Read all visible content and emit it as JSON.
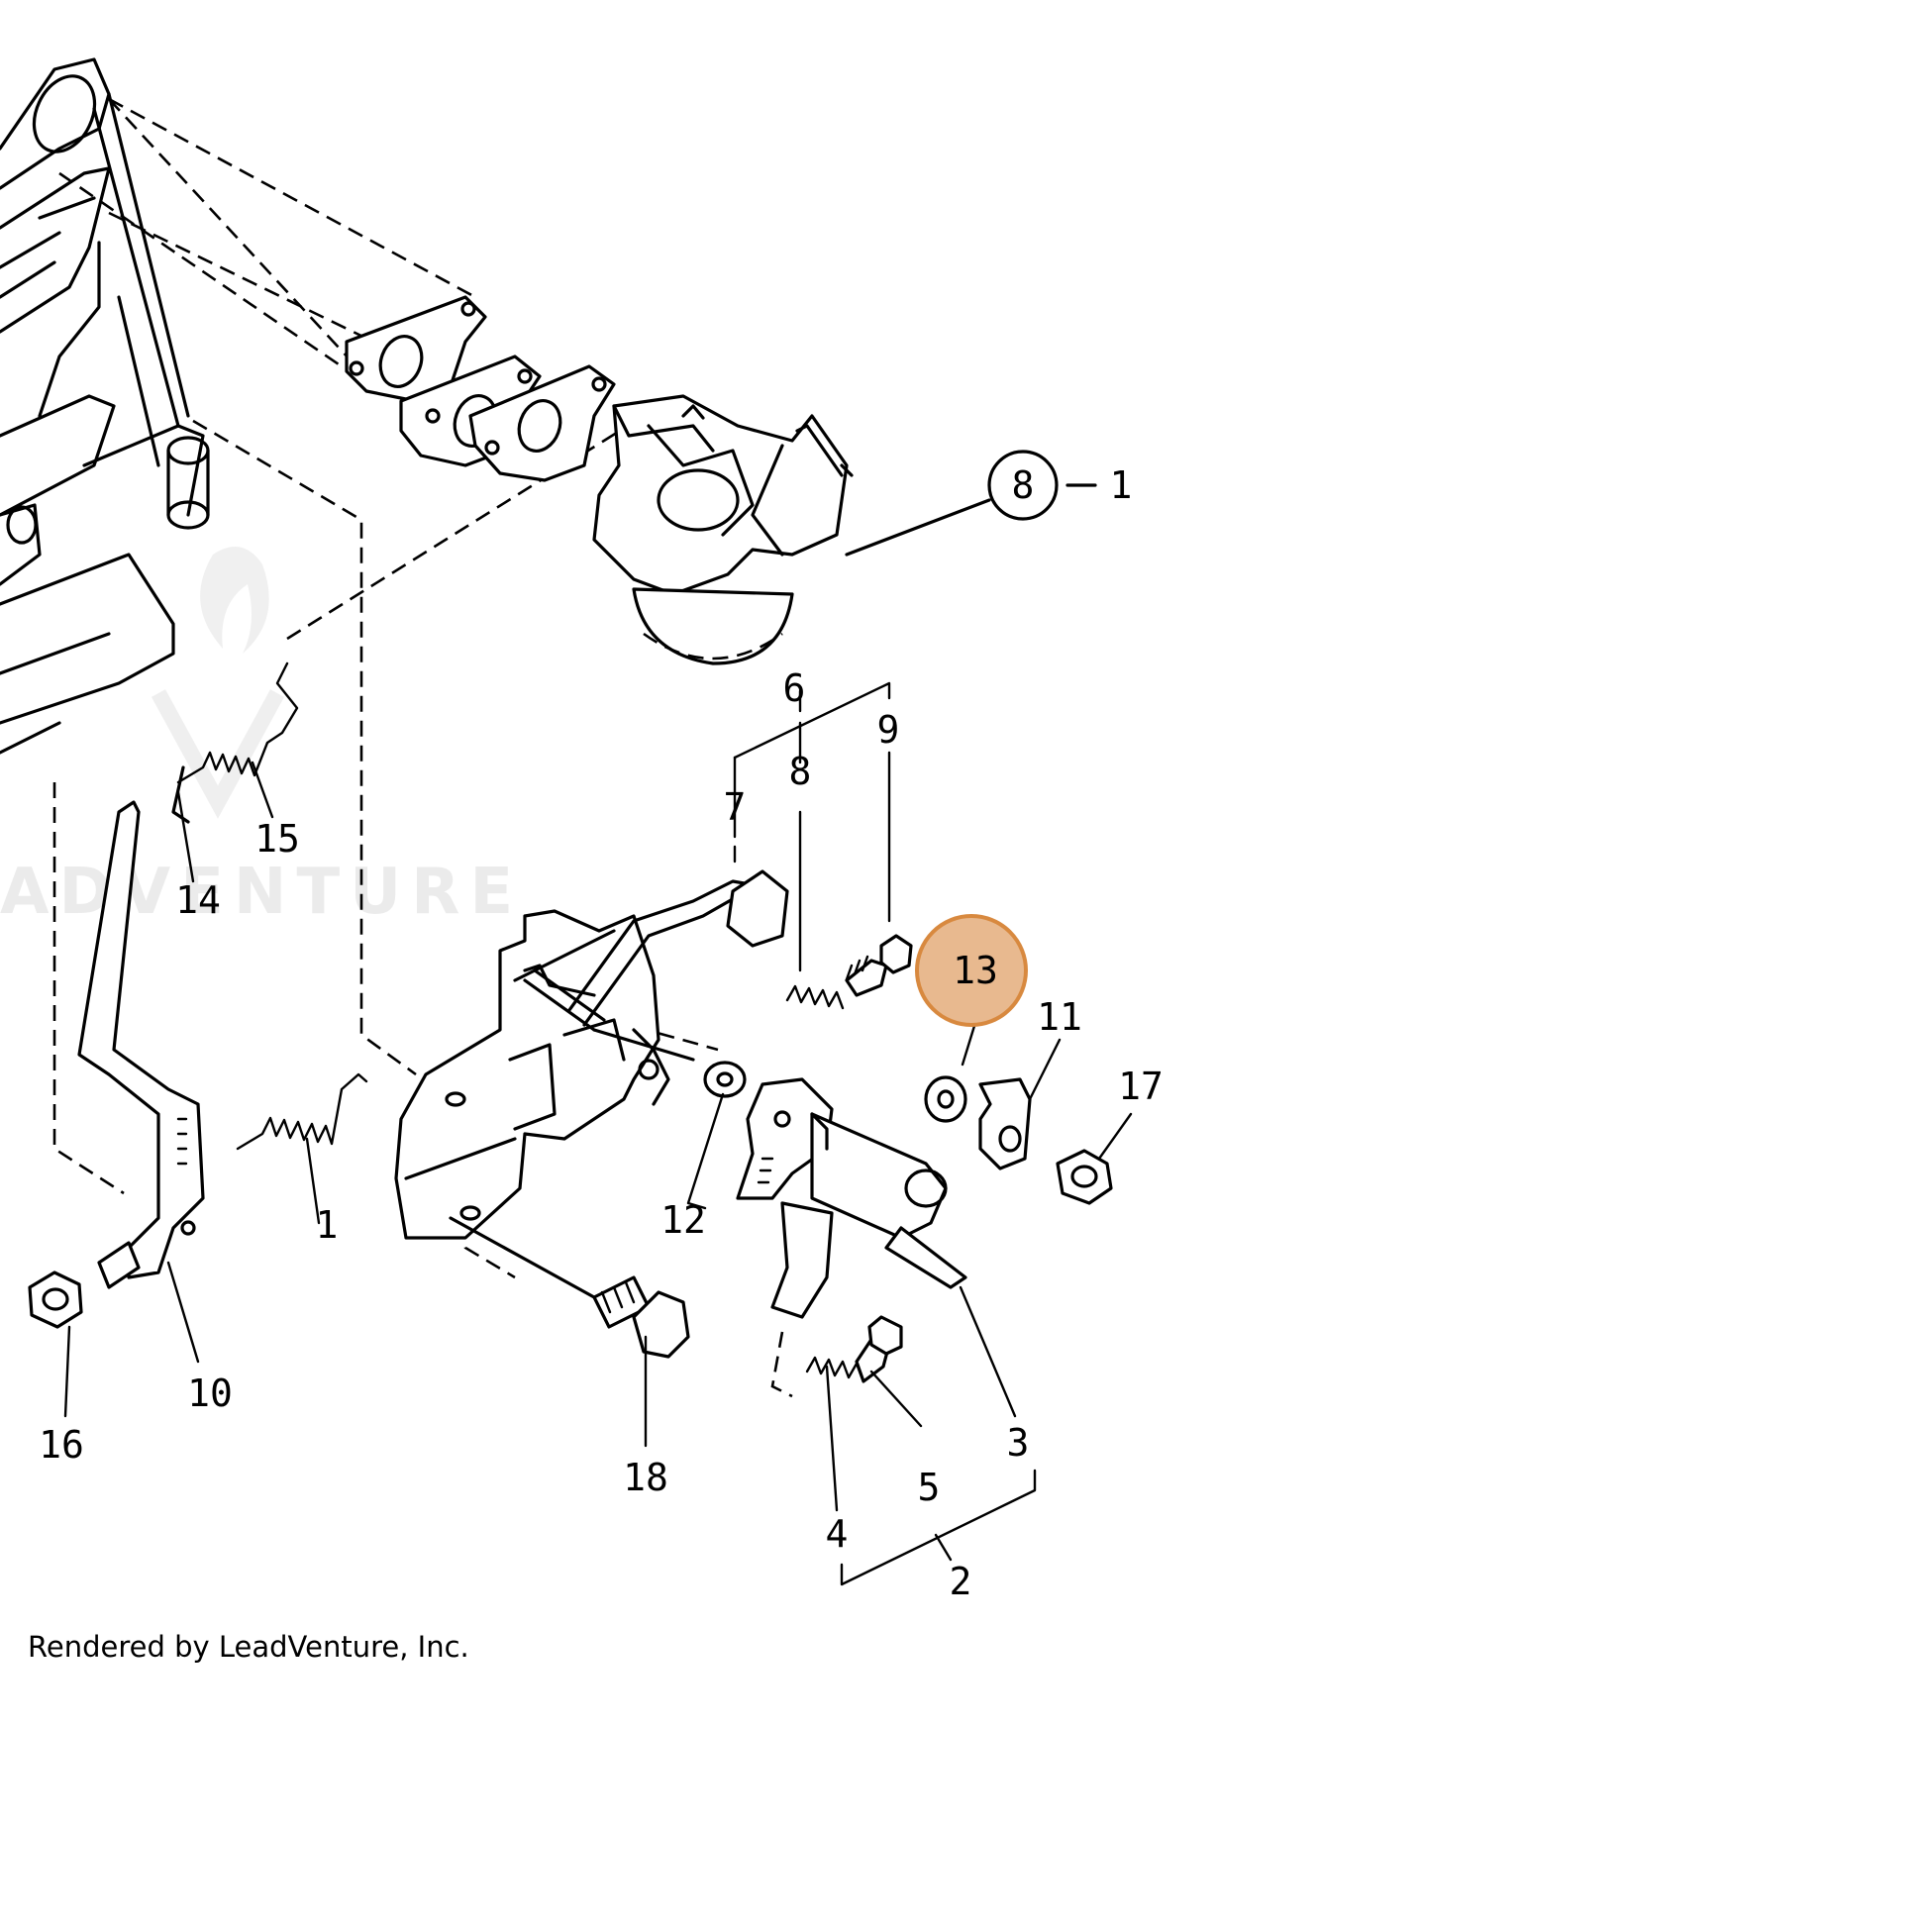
{
  "diagram": {
    "watermark": "ADVENTURE",
    "callouts": [
      {
        "id": "1",
        "text": "1"
      },
      {
        "id": "1b",
        "text": "1"
      },
      {
        "id": "2",
        "text": "2"
      },
      {
        "id": "3",
        "text": "3"
      },
      {
        "id": "4",
        "text": "4"
      },
      {
        "id": "5",
        "text": "5"
      },
      {
        "id": "6",
        "text": "6"
      },
      {
        "id": "7",
        "text": "7"
      },
      {
        "id": "8",
        "text": "8"
      },
      {
        "id": "8b",
        "text": "8"
      },
      {
        "id": "9",
        "text": "9"
      },
      {
        "id": "10",
        "text": "10"
      },
      {
        "id": "11",
        "text": "11"
      },
      {
        "id": "12",
        "text": "12"
      },
      {
        "id": "13",
        "text": "13"
      },
      {
        "id": "14",
        "text": "14"
      },
      {
        "id": "15",
        "text": "15"
      },
      {
        "id": "16",
        "text": "16"
      },
      {
        "id": "17",
        "text": "17"
      },
      {
        "id": "18",
        "text": "18"
      }
    ],
    "highlighted_callout": "13",
    "highlight_color": "#e8b98f",
    "highlight_border_color": "#d8893f"
  },
  "footer": {
    "credit": "Rendered by LeadVenture, Inc."
  }
}
